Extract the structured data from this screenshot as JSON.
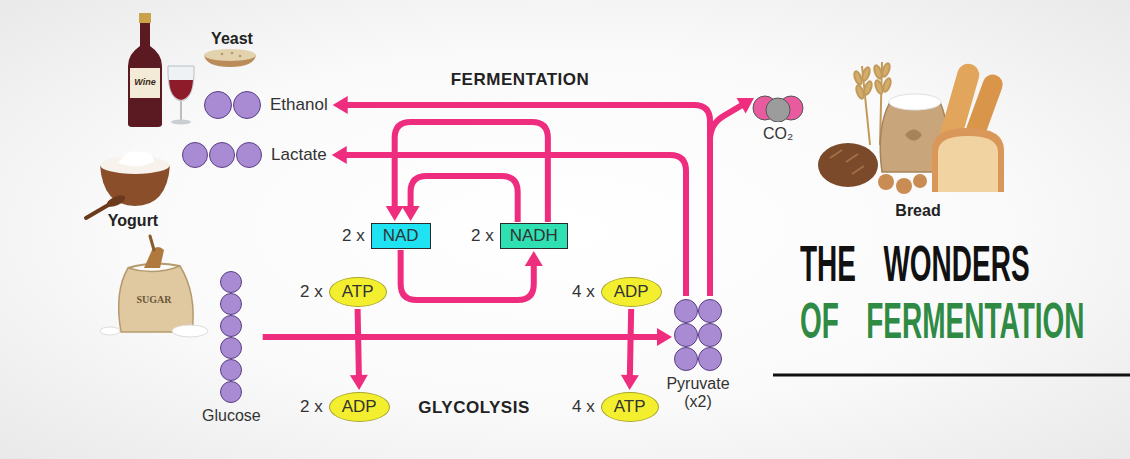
{
  "diagram": {
    "title": "THE WONDERS OF FERMENTATION",
    "nodes": [
      {
        "text": [
          "Ethanol"
        ]
      },
      {
        "text": [
          "Lactate"
        ]
      },
      {
        "text": [
          "CO₂"
        ]
      },
      {
        "text": [
          "2 x",
          "NAD"
        ]
      },
      {
        "text": [
          "2 x",
          "NADH"
        ]
      },
      {
        "text": [
          "Glucose"
        ]
      },
      {
        "text": [
          "2 x",
          "ATP"
        ]
      },
      {
        "text": [
          "4 x",
          "ADP"
        ]
      },
      {
        "text": [
          "Pyruvate (x2)"
        ]
      },
      {
        "text": [
          "2 x",
          "ADP"
        ]
      },
      {
        "text": [
          "4 x",
          "ATP"
        ]
      }
    ],
    "edges": [
      {
        "from": 5,
        "to": 8,
        "arrow": "to"
      },
      {
        "from": 6,
        "to": 9,
        "arrow": "to"
      },
      {
        "from": 7,
        "to": 10,
        "arrow": "to"
      },
      {
        "from": 3,
        "to": 4,
        "arrow": "to"
      },
      {
        "from": 4,
        "to": 3,
        "arrow": "to"
      },
      {
        "from": 4,
        "to": 3,
        "arrow": "to"
      },
      {
        "from": 8,
        "to": 0,
        "arrow": "to"
      },
      {
        "from": 8,
        "to": 1,
        "arrow": "to"
      },
      {
        "from": 8,
        "to": 2,
        "arrow": "to"
      }
    ],
    "labels": [
      "Yeast",
      "FERMENTATION",
      "Wine",
      "Yogurt",
      "SUGAR",
      "GLYCOLYSIS",
      "Bread"
    ]
  }
}
